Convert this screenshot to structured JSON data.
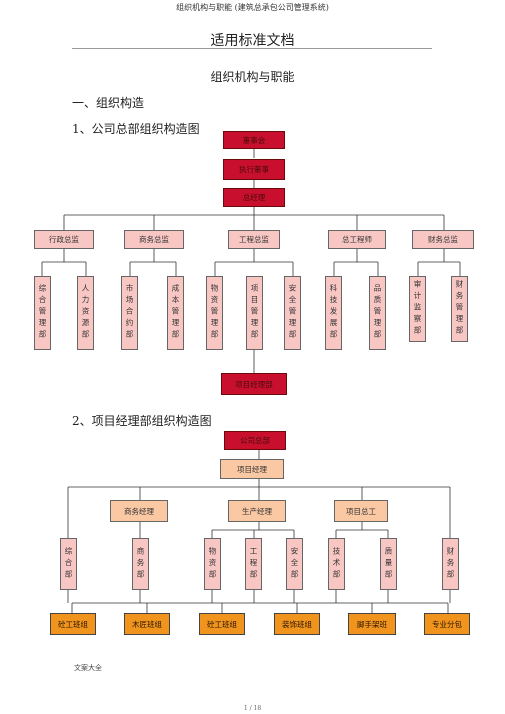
{
  "header": "组织机构与职能 (建筑总承包公司管理系统)",
  "doc_title": "适用标准文档",
  "subtitle": "组织机构与职能",
  "section1": "一、组织构造",
  "section1_1": "1、公司总部组织构造图",
  "section1_2": "2、项目经理部组织构造图",
  "chart1": {
    "top": [
      "董事会",
      "执行董事",
      "总经理"
    ],
    "directors": [
      "行政总监",
      "商务总监",
      "工程总监",
      "总工程师",
      "财务总监"
    ],
    "departments": [
      "综合管理部",
      "人力资源部",
      "市场合约部",
      "成本管理部",
      "物资管理部",
      "项目管理部",
      "安全管理部",
      "科技发展部",
      "品质管理部",
      "审计监察部",
      "财务管理部"
    ],
    "bottom": "项目经理部"
  },
  "chart2": {
    "top": "公司总部",
    "manager": "项目经理",
    "managers": [
      "商务经理",
      "生产经理",
      "项目总工"
    ],
    "departments": [
      "综合部",
      "商务部",
      "物资部",
      "工程部",
      "安全部",
      "技术部",
      "质量部",
      "财务部"
    ],
    "teams": [
      "砼工班组",
      "木匠班组",
      "砼工班组",
      "装饰班组",
      "脚手架班",
      "专业分包"
    ]
  },
  "footer_note": "文案大全",
  "page_number": "1 / 18"
}
